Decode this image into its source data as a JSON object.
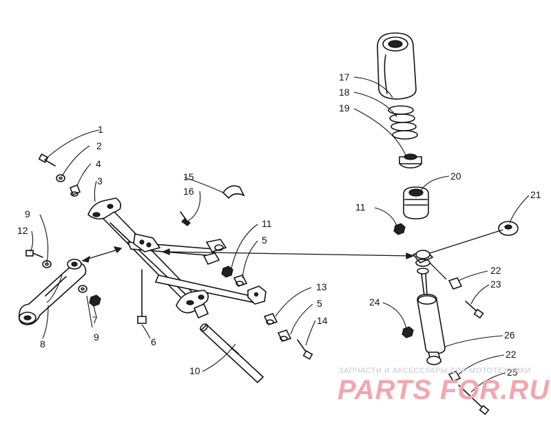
{
  "callouts": {
    "c1": "1",
    "c2": "2",
    "c3": "3",
    "c4": "4",
    "c5a": "5",
    "c5b": "5",
    "c6": "6",
    "c7": "7",
    "c8": "8",
    "c9a": "9",
    "c9b": "9",
    "c10": "10",
    "c11a": "11",
    "c11b": "11",
    "c12": "12",
    "c13": "13",
    "c14": "14",
    "c15": "15",
    "c16": "16",
    "c17": "17",
    "c18": "18",
    "c19": "19",
    "c20": "20",
    "c21": "21",
    "c22a": "22",
    "c22b": "22",
    "c23": "23",
    "c24": "24",
    "c25": "25",
    "c26": "26"
  },
  "watermark": {
    "caption": "ЗАПЧАСТИ И АКСЕССУАРЫ ДЛЯ МОТОТЕХНИКИ",
    "logo": "PARTS FOR.RU",
    "color": "#f2a7b0"
  }
}
